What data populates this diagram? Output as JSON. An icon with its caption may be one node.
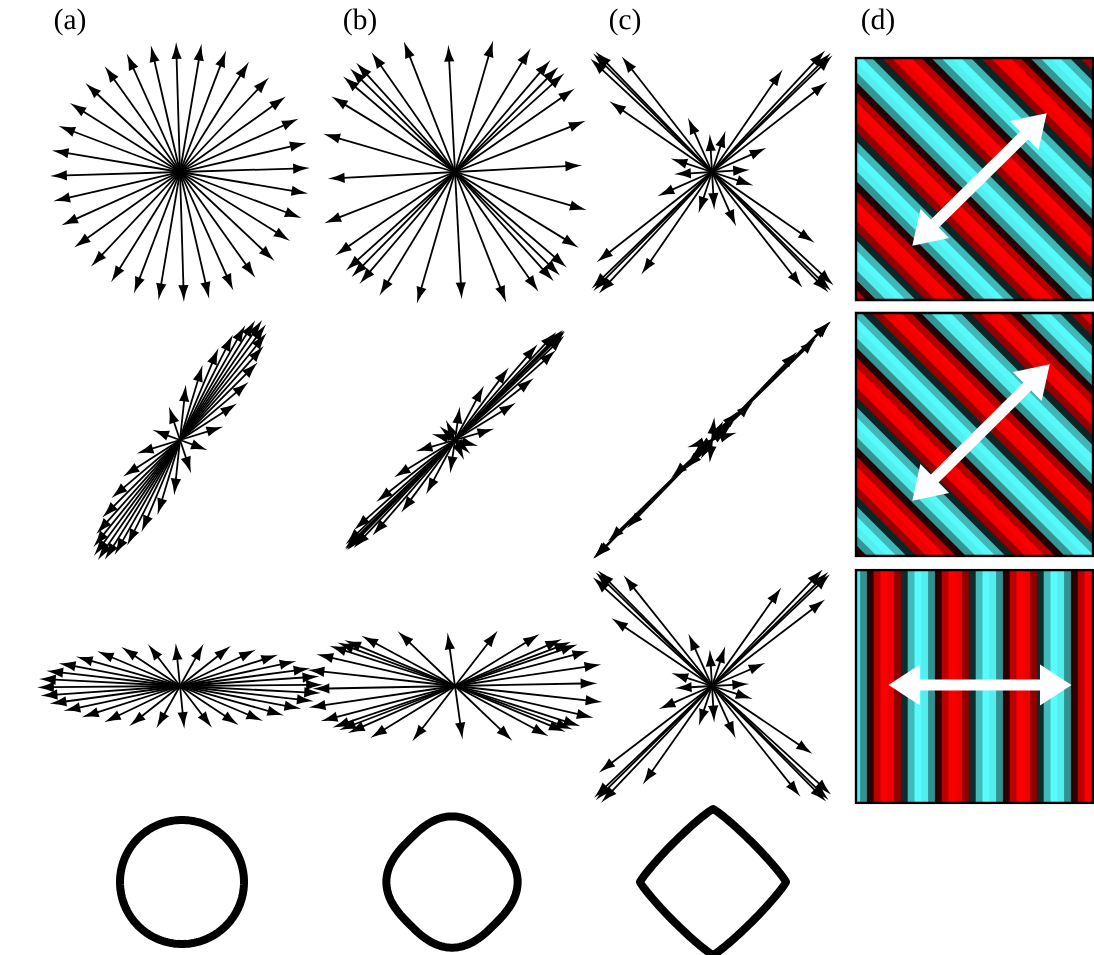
{
  "diagram": {
    "labels": [
      "(a)",
      "(b)",
      "(c)",
      "(d)"
    ]
  }
}
